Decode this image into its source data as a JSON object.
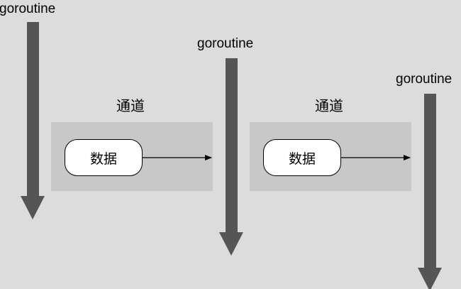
{
  "goroutines": [
    {
      "label": "goroutine"
    },
    {
      "label": "goroutine"
    },
    {
      "label": "goroutine"
    }
  ],
  "channels": [
    {
      "label": "通道",
      "data_label": "数据"
    },
    {
      "label": "通道",
      "data_label": "数据"
    }
  ],
  "colors": {
    "background": "#dcdcdc",
    "channel_fill": "#c8c8c8",
    "goroutine_arrow": "#555555",
    "data_box_fill": "#ffffff",
    "stroke": "#000000"
  }
}
